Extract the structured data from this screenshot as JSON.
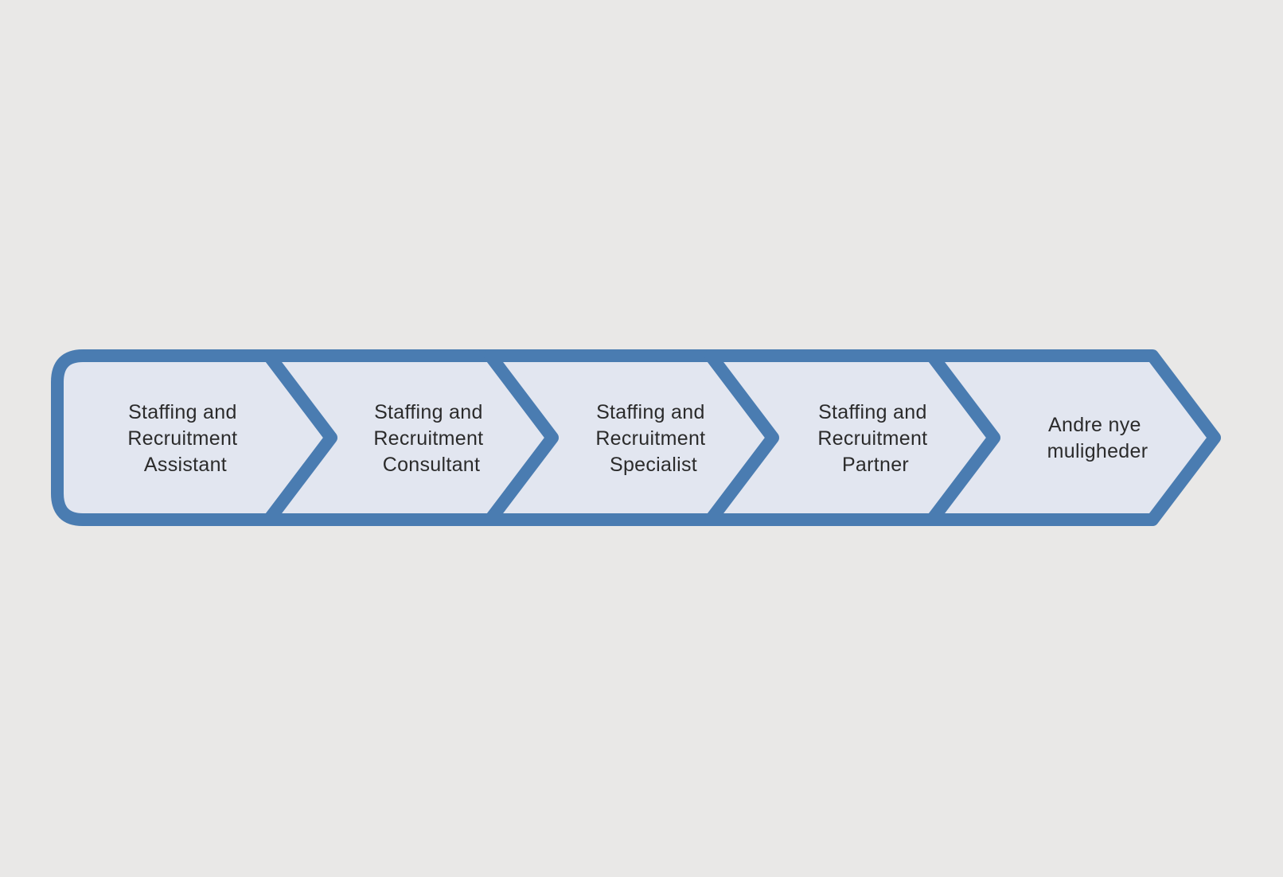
{
  "diagram": {
    "type": "process-chevron-flow",
    "description": "Career progression path with five chevron arrow stages",
    "colors": {
      "background": "#e9e8e7",
      "shape_fill": "#e2e6f0",
      "shape_border": "#4a7cb1",
      "text": "#2b2b2b"
    },
    "stages": [
      {
        "label": "Staffing and Recruitment Assistant",
        "lines": [
          "Staffing and",
          "Recruitment",
          "Assistant"
        ]
      },
      {
        "label": "Staffing and Recruitment Consultant",
        "lines": [
          "Staffing and",
          "Recruitment",
          "Consultant"
        ]
      },
      {
        "label": "Staffing and Recruitment Specialist",
        "lines": [
          "Staffing and",
          "Recruitment",
          "Specialist"
        ]
      },
      {
        "label": "Staffing and Recruitment Partner",
        "lines": [
          "Staffing and",
          "Recruitment",
          "Partner"
        ]
      },
      {
        "label": "Andre nye muligheder",
        "lines": [
          "Andre nye",
          "muligheder"
        ]
      }
    ]
  }
}
